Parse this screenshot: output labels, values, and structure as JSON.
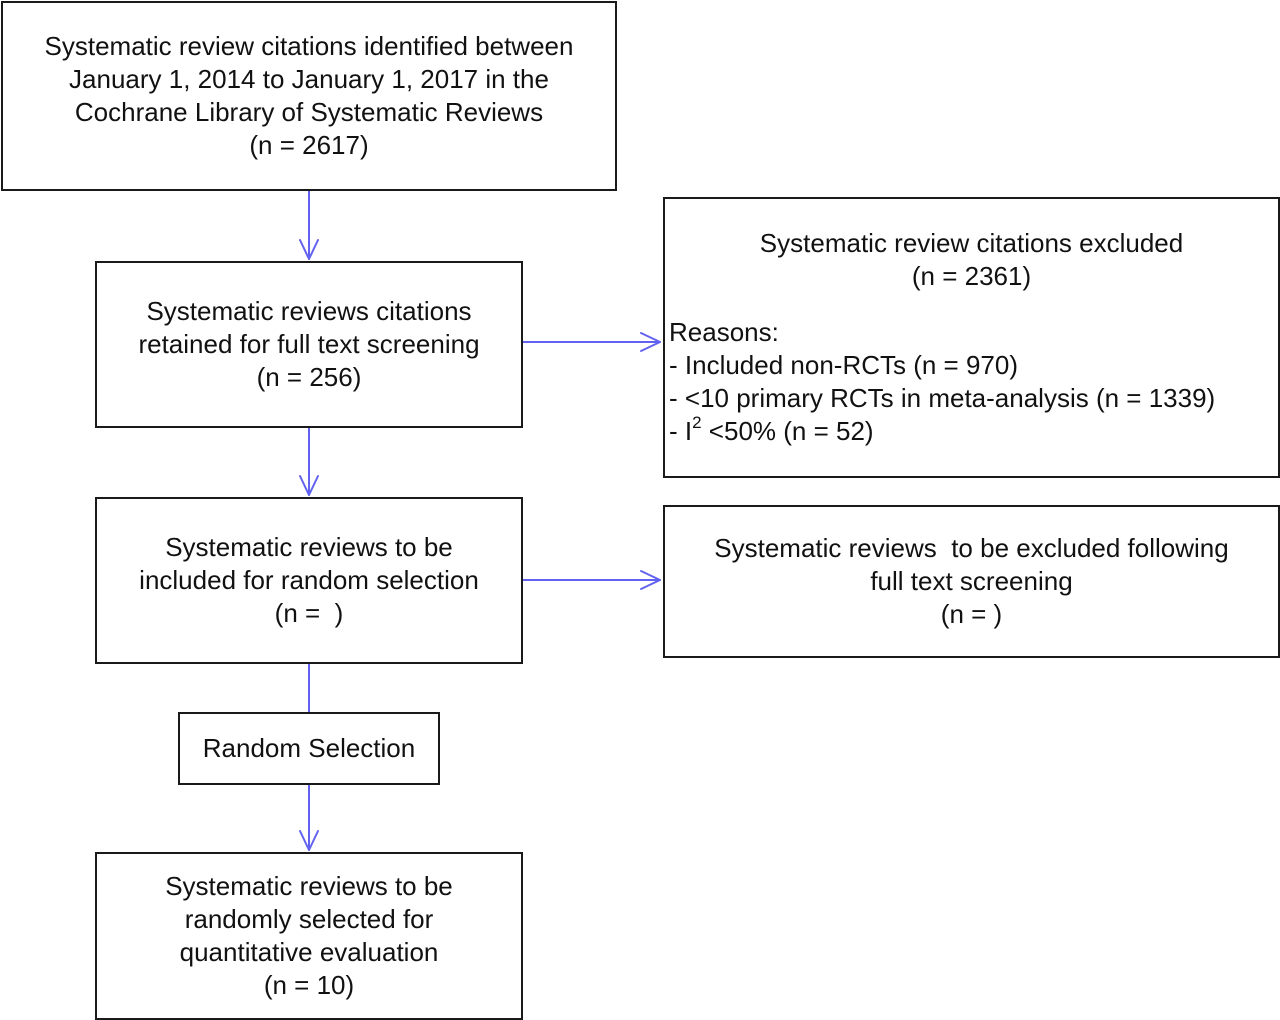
{
  "nodes": {
    "identified": {
      "lines": [
        "Systematic review citations identified between",
        "January 1, 2014 to January 1, 2017 in the",
        "Cochrane Library of Systematic Reviews",
        "(n = 2617)"
      ]
    },
    "retained": {
      "lines": [
        "Systematic reviews citations",
        "retained for full text screening",
        "(n = 256)"
      ]
    },
    "excluded": {
      "title": "Systematic review citations excluded",
      "count": "(n = 2361)",
      "reasons_label": "Reasons:",
      "reasons": [
        "- Included non-RCTs (n = 970)",
        "- <10 primary RCTs in meta-analysis (n = 1339)"
      ],
      "last_reason": {
        "prefix": "- I",
        "superscript": "2",
        "suffix": " <50% (n = 52)"
      }
    },
    "included": {
      "lines": [
        "Systematic reviews to be",
        "included for random selection",
        "(n =  )"
      ]
    },
    "excluded_fulltext": {
      "lines": [
        "Systematic reviews  to be excluded following",
        "full text screening",
        "(n = )"
      ]
    },
    "random_selection": {
      "label": "Random Selection"
    },
    "selected": {
      "lines": [
        "Systematic reviews to be",
        "randomly selected for",
        "quantitative evaluation",
        "(n = 10)"
      ]
    }
  },
  "colors": {
    "arrow": "#6262f0",
    "border": "#1a1a1a"
  }
}
